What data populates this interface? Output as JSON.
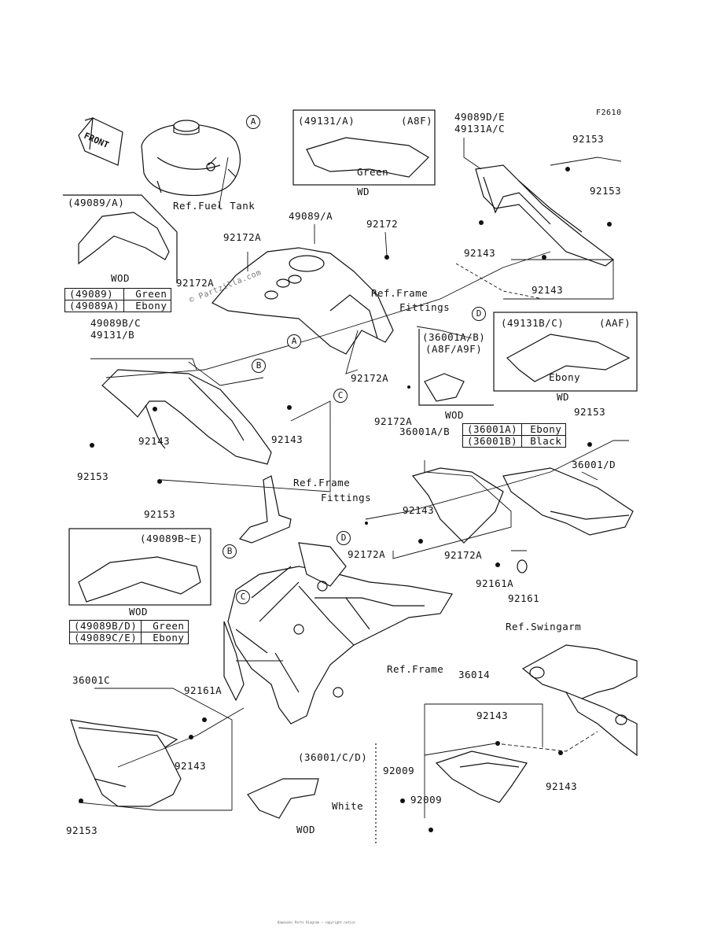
{
  "figure_code": "F2610",
  "front_label": "FRONT",
  "watermark": "© Partzilla.com",
  "footer": "Kawasaki Parts Diagram — copyright notice",
  "circles": {
    "a1": "A",
    "a2": "A",
    "b1": "B",
    "b2": "B",
    "c1": "C",
    "c2": "C",
    "d1": "D",
    "d2": "D"
  },
  "refs": {
    "fuel_tank": "Ref.Fuel Tank",
    "frame_fittings_1a": "Ref.Frame",
    "frame_fittings_1b": "Fittings",
    "frame_fittings_2a": "Ref.Frame",
    "frame_fittings_2b": "Fittings",
    "frame": "Ref.Frame",
    "swingarm": "Ref.Swingarm"
  },
  "labels": {
    "p49089DE": "49089D/E",
    "p49131AC": "49131A/C",
    "p92153_top": "92153",
    "p92153_right": "92153",
    "p49089A": "49089/A",
    "p92172_top": "92172",
    "p92172A_1": "92172A",
    "p92172A_2": "92172A",
    "p92143_top": "92143",
    "p92143_top2": "92143",
    "p49089BC": "49089B/C",
    "p49131B": "49131/B",
    "p92172A_3": "92172A",
    "p92172A_4": "92172A",
    "p92143_left": "92143",
    "p92143_mid": "92143",
    "p92153_left": "92153",
    "p92153_left2": "92153",
    "p92153_side": "92153",
    "p36001AB": "36001A/B",
    "p36001D": "36001/D",
    "p92143_lower": "92143",
    "p92172A_5": "92172A",
    "p92172A_6": "92172A",
    "p92161A": "92161A",
    "p92161": "92161",
    "p36001C": "36001C",
    "p92161A_2": "92161A",
    "p92143_bl": "92143",
    "p92153_bl": "92153",
    "p36014": "36014",
    "p92143_br": "92143",
    "p92143_br2": "92143",
    "p92009_1": "92009",
    "p92009_2": "92009"
  },
  "insets": {
    "i49131A": {
      "code": "(49131/A)",
      "variant": "(A8F)",
      "color": "Green",
      "tag": "WD"
    },
    "i49089A": {
      "code": "(49089/A)",
      "tag": "WOD"
    },
    "i49131BC": {
      "code": "(49131B/C)",
      "variant": "(AAF)",
      "color": "Ebony",
      "tag": "WD"
    },
    "i36001AB": {
      "code": "(36001A/B)",
      "variant": "(A8F/A9F)",
      "tag": "WOD"
    },
    "i49089BE": {
      "code": "(49089B~E)",
      "tag": "WOD"
    },
    "i36001CD": {
      "code": "(36001/C/D)",
      "color": "White",
      "tag": "WOD"
    }
  },
  "color_tables": {
    "t49089": [
      [
        "(49089)",
        "Green"
      ],
      [
        "(49089A)",
        "Ebony"
      ]
    ],
    "t36001": [
      [
        "(36001A)",
        "Ebony"
      ],
      [
        "(36001B)",
        "Black"
      ]
    ],
    "t49089BE": [
      [
        "(49089B/D)",
        "Green"
      ],
      [
        "(49089C/E)",
        "Ebony"
      ]
    ]
  },
  "colors": {
    "ink": "#111111",
    "paper": "#ffffff"
  }
}
